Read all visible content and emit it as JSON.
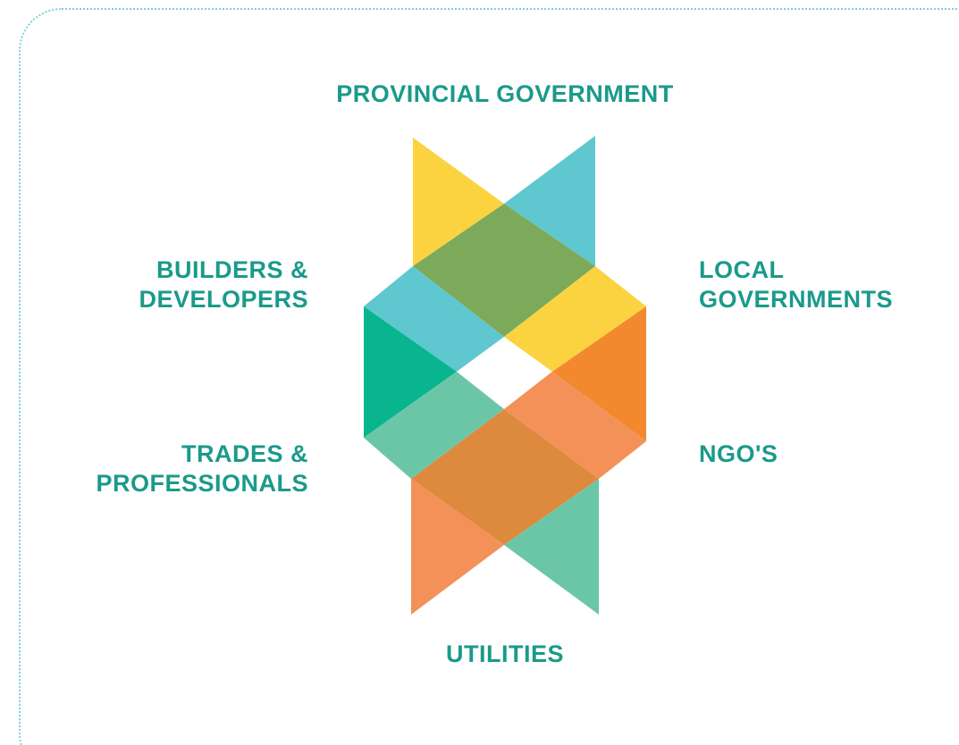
{
  "labels": {
    "top": "PROVINCIAL GOVERNMENT",
    "upper_left_line1": "BUILDERS &",
    "upper_left_line2": "DEVELOPERS",
    "upper_right_line1": "LOCAL",
    "upper_right_line2": "GOVERNMENTS",
    "lower_left_line1": "TRADES &",
    "lower_left_line2": "PROFESSIONALS",
    "lower_right": "NGO'S",
    "bottom": "UTILITIES"
  },
  "colors": {
    "label_text": "#1a9a8a",
    "frame_border": "#7fcfd9",
    "yellow": "#fbd341",
    "blue": "#5fc7cf",
    "green_overlap": "#7caa5a",
    "teal": "#09b58e",
    "light_teal": "#6bc6a7",
    "orange": "#f2892f",
    "light_orange": "#f39158",
    "brown_overlap": "#de8a3e"
  }
}
